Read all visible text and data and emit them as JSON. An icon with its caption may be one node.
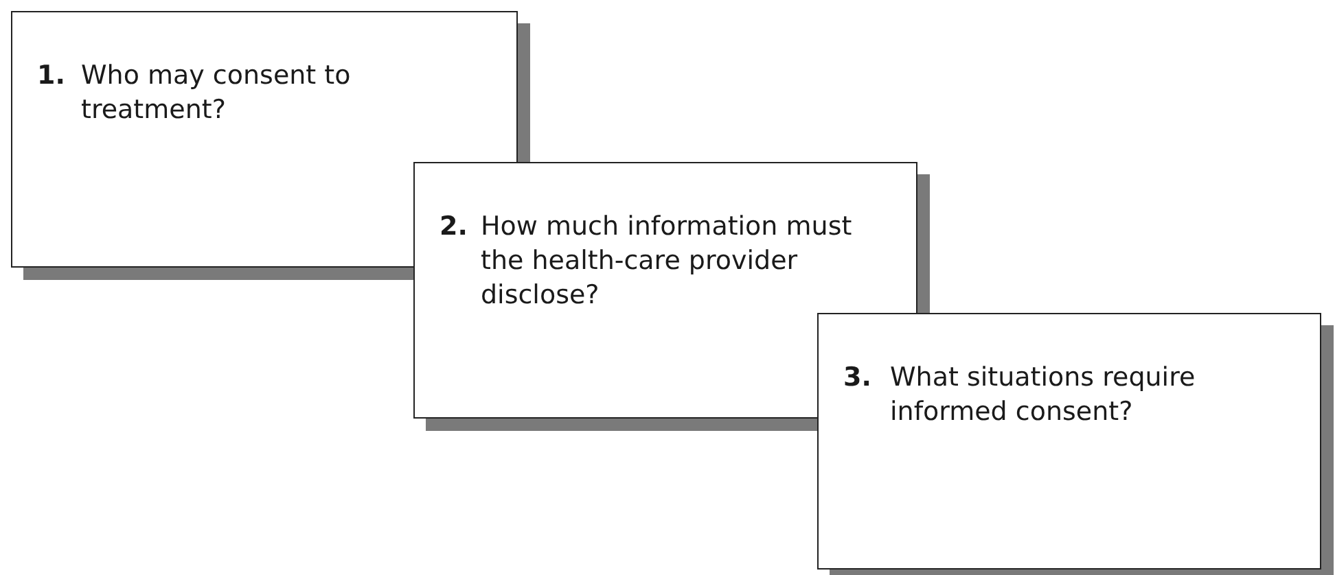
{
  "diagram": {
    "nodes": [
      {
        "text": [
          "1.",
          "Who may consent to treatment?"
        ]
      },
      {
        "text": [
          "2.",
          "How much information must the health-care provider disclose?"
        ]
      },
      {
        "text": [
          "3.",
          "What situations require informed consent?"
        ]
      }
    ]
  }
}
